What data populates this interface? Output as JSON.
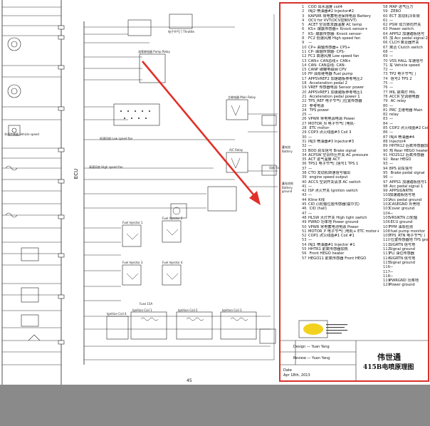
{
  "page_number": "45",
  "side_label": "ECU",
  "arrow_color": "#e0302a",
  "frame_color": "#d8322b",
  "schematic_labels": [
    {
      "text": "风扇 Fan"
    },
    {
      "text": "蓄电池 Battery"
    },
    {
      "text": "蓄电池地 Battery ground"
    },
    {
      "text": "高速风扇 High speed fan"
    },
    {
      "text": "低速风扇 Low speed fan"
    },
    {
      "text": "电子节气门 Throttle"
    },
    {
      "text": "车速传感器 Vehicle speed"
    },
    {
      "text": "主继电器 Main Relay"
    },
    {
      "text": "油泵继电器 Pump Relay"
    },
    {
      "text": "Fuel Injector 1"
    },
    {
      "text": "Fuel Injector 2"
    },
    {
      "text": "Fuel Injector 3"
    },
    {
      "text": "Fuel Injector 4"
    },
    {
      "text": "Ignition Coil 1"
    },
    {
      "text": "Ignition Coil 2"
    },
    {
      "text": "Ignition Coil 3"
    },
    {
      "text": "Ignition Coil 4"
    },
    {
      "text": "A/C Relay"
    },
    {
      "text": "Fuse 15A"
    }
  ],
  "legend_left": [
    {
      "n": "1",
      "t": "COD 出水温度 coil4"
    },
    {
      "n": "2",
      "t": "INJ2 喷油器#2 Injector#2"
    },
    {
      "n": "3",
      "t": "KAPWR 常电蓄电池保持电源 Battery"
    },
    {
      "n": "4",
      "t": "OCV for VVT(OCV控制VVT)"
    },
    {
      "n": "5",
      "t": "ACET 空调蒸发器温度 AC temp"
    },
    {
      "n": "6",
      "t": "KS+ 爆震传感器+ Knock sensor+"
    },
    {
      "n": "7",
      "t": "KS- 爆震传感器- Knock sensor-"
    },
    {
      "n": "8",
      "t": "FC2 低速风扇 High speed fan"
    },
    {
      "n": "9",
      "t": "—"
    },
    {
      "n": "10",
      "t": "CP+ 曲轴传感器+ CPS+"
    },
    {
      "n": "11",
      "t": "CP- 曲轴传感器- CPS-"
    },
    {
      "n": "12",
      "t": "FC1 高速风扇 Low speed fan"
    },
    {
      "n": "13",
      "t": "CAN+ CAN总线+ CAN+"
    },
    {
      "n": "14",
      "t": "CAN- CAN总线- CAN-"
    },
    {
      "n": "15",
      "t": "CANP 碳罐电磁阀 CPV"
    },
    {
      "n": "16",
      "t": "FP 油泵继电器 Fuel pump"
    },
    {
      "n": "17",
      "t": "APPSVREF2 加速踏板参考电压2"
    },
    {
      "n": "18",
      "t": "  Acceleration pedal 2"
    },
    {
      "n": "19",
      "t": "VREF 传感器电源 Sensor power"
    },
    {
      "n": "20",
      "t": "APPSVREF1 加速踏板参考电压1"
    },
    {
      "n": "21",
      "t": "  Acceleration pedal power 1"
    },
    {
      "n": "22",
      "t": "TPS_REF 电子节气门位置传感器"
    },
    {
      "n": "23",
      "t": "  参考电源"
    },
    {
      "n": "24",
      "t": "  TPS power"
    },
    {
      "n": "25",
      "t": "—"
    },
    {
      "n": "26",
      "t": "VPWR 常电电源电源 Power"
    },
    {
      "n": "27",
      "t": "MOTOR_N 电子节气门电机-"
    },
    {
      "n": "28",
      "t": "  ETC motor-"
    },
    {
      "n": "29",
      "t": "COP3 点火线圈#3 Coil 3"
    },
    {
      "n": "30",
      "t": "—"
    },
    {
      "n": "31",
      "t": "INJ3 喷油器#3 Injector#3"
    },
    {
      "n": "32",
      "t": "—"
    },
    {
      "n": "33",
      "t": "BOO 刹车信号 Brake signal"
    },
    {
      "n": "34",
      "t": "ACPSW 空调中压开关 AC pressure"
    },
    {
      "n": "35",
      "t": "ACT 进气温度 ACT"
    },
    {
      "n": "36",
      "t": "TPS1 电子节气门信号1 TPS 1"
    },
    {
      "n": "37",
      "t": "—"
    },
    {
      "n": "38",
      "t": "CTO 发动机转速信号输出"
    },
    {
      "n": "39",
      "t": "  engine speed output"
    },
    {
      "n": "40",
      "t": "ACCS 空调开关请求 AC switch"
    },
    {
      "n": "41",
      "t": "—"
    },
    {
      "n": "42",
      "t": "ISP 点火开关 Ignition switch"
    },
    {
      "n": "43",
      "t": "—"
    },
    {
      "n": "44",
      "t": "Kline K线"
    },
    {
      "n": "45",
      "t": "CID 凸轮轴位置传感器(霍尔式)"
    },
    {
      "n": "46",
      "t": "  CID (hall)"
    },
    {
      "n": "47",
      "t": "—"
    },
    {
      "n": "48",
      "t": "HLSW 大灯开关 High light switch"
    },
    {
      "n": "49",
      "t": "PWRD 功率地 Power ground"
    },
    {
      "n": "50",
      "t": "VPWR 常电蓄电池电源 Power"
    },
    {
      "n": "51",
      "t": "MOTOR_P 电子节气门电机+ ETC motor+"
    },
    {
      "n": "52",
      "t": "COP1 点火线圈#1 Coil #1"
    },
    {
      "n": "53",
      "t": "—"
    },
    {
      "n": "54",
      "t": "INJ1 喷油器#1 Injector #1"
    },
    {
      "n": "55",
      "t": "HHTR1 前氧传感器加热"
    },
    {
      "n": "56",
      "t": "  Front HEGO heater"
    },
    {
      "n": "57",
      "t": "HEGO11 前氧传感器 Front HEGO"
    }
  ],
  "legend_right": [
    {
      "n": "58",
      "t": "MAP 进气压力"
    },
    {
      "n": "59",
      "t": "  ZERO"
    },
    {
      "n": "60",
      "t": "ECT 发动机冷却液"
    },
    {
      "n": "61",
      "t": "—"
    },
    {
      "n": "62",
      "t": "PSW 动力转向开关"
    },
    {
      "n": "63",
      "t": "Power switch"
    },
    {
      "n": "64",
      "t": "APPS2 加速踏板信号"
    },
    {
      "n": "65",
      "t": "加 Acc pedal signal 2"
    },
    {
      "n": "66",
      "t": "CLCH 离合器开关"
    },
    {
      "n": "67",
      "t": "离合 Clutch switch"
    },
    {
      "n": "68",
      "t": "—"
    },
    {
      "n": "69",
      "t": "—"
    },
    {
      "n": "70",
      "t": "VSS HALL 车速信号"
    },
    {
      "n": "71",
      "t": "车 Vehicle speed"
    },
    {
      "n": "72",
      "t": "—"
    },
    {
      "n": "73",
      "t": "TP2 电子节气门"
    },
    {
      "n": "74",
      "t": "  信号2 TPS 2"
    },
    {
      "n": "75",
      "t": "—"
    },
    {
      "n": "76",
      "t": "—"
    },
    {
      "n": "77",
      "t": "MIL 故障灯 MIL"
    },
    {
      "n": "78",
      "t": "ACCR 空调继电器"
    },
    {
      "n": "79",
      "t": "  AC relay"
    },
    {
      "n": "80",
      "t": "—"
    },
    {
      "n": "81",
      "t": "PRC 主继电器 Main"
    },
    {
      "n": "82",
      "t": "relay"
    },
    {
      "n": "83",
      "t": "—"
    },
    {
      "n": "84",
      "t": "—"
    },
    {
      "n": "85",
      "t": "COP2 点火线圈#2 Coil 2"
    },
    {
      "n": "86",
      "t": "—"
    },
    {
      "n": "87",
      "t": "INJ4 喷油器#4"
    },
    {
      "n": "88",
      "t": "Injector4"
    },
    {
      "n": "89",
      "t": "HHTR12 后氧传感器加热"
    },
    {
      "n": "90",
      "t": "热 Rear HEGO heater"
    },
    {
      "n": "91",
      "t": "HO2S12 后氧传感器"
    },
    {
      "n": "92",
      "t": "  Rear HEGO"
    },
    {
      "n": "93",
      "t": "—"
    },
    {
      "n": "94",
      "t": "BPS 刹车信号"
    },
    {
      "n": "95",
      "t": "  Brake pedal signal"
    },
    {
      "n": "96",
      "t": "—"
    },
    {
      "n": "97",
      "t": "APPS1 加速踏板信号1"
    },
    {
      "n": "98",
      "t": "Acc pedal signal 1"
    },
    {
      "n": "99",
      "t": "APPSIGNRTN"
    },
    {
      "n": "100",
      "t": "加速踏板信号地"
    },
    {
      "n": "101",
      "t": "Acc pedal ground"
    },
    {
      "n": "102",
      "t": "CASEGND 外壳地"
    },
    {
      "n": "103",
      "t": "Cover ground"
    },
    {
      "n": "104",
      "t": "—"
    },
    {
      "n": "105",
      "t": "VRSIKTN 凸轮轴"
    },
    {
      "n": "106",
      "t": "  ECU ground"
    },
    {
      "n": "107",
      "t": "FPM 油泵检测"
    },
    {
      "n": "108",
      "t": "  fuel pump monitor"
    },
    {
      "n": "109",
      "t": "TPS_RTN 电子节气门"
    },
    {
      "n": "110",
      "t": "  位置传感器地 TPS ground"
    },
    {
      "n": "111",
      "t": "SIGRTN 信号地"
    },
    {
      "n": "112",
      "t": "Signal ground"
    },
    {
      "n": "113",
      "t": "FLI 油位传感器"
    },
    {
      "n": "114",
      "t": "SIGRTN 信号地"
    },
    {
      "n": "115",
      "t": "Signal ground"
    },
    {
      "n": "116",
      "t": "—"
    },
    {
      "n": "117",
      "t": "—"
    },
    {
      "n": "118",
      "t": "—"
    },
    {
      "n": "119",
      "t": "PWRGND 功率地"
    },
    {
      "n": "120",
      "t": "Power ground"
    }
  ],
  "title_block": {
    "design_label": "Design",
    "design_name": "Yuan Yang",
    "review_label": "Review",
    "review_name": "Yuan Yang",
    "date_label": "Date",
    "date_value": "Apr 18th, 2013",
    "company": "伟世通",
    "drawing_title": "415B电喷原理图"
  }
}
